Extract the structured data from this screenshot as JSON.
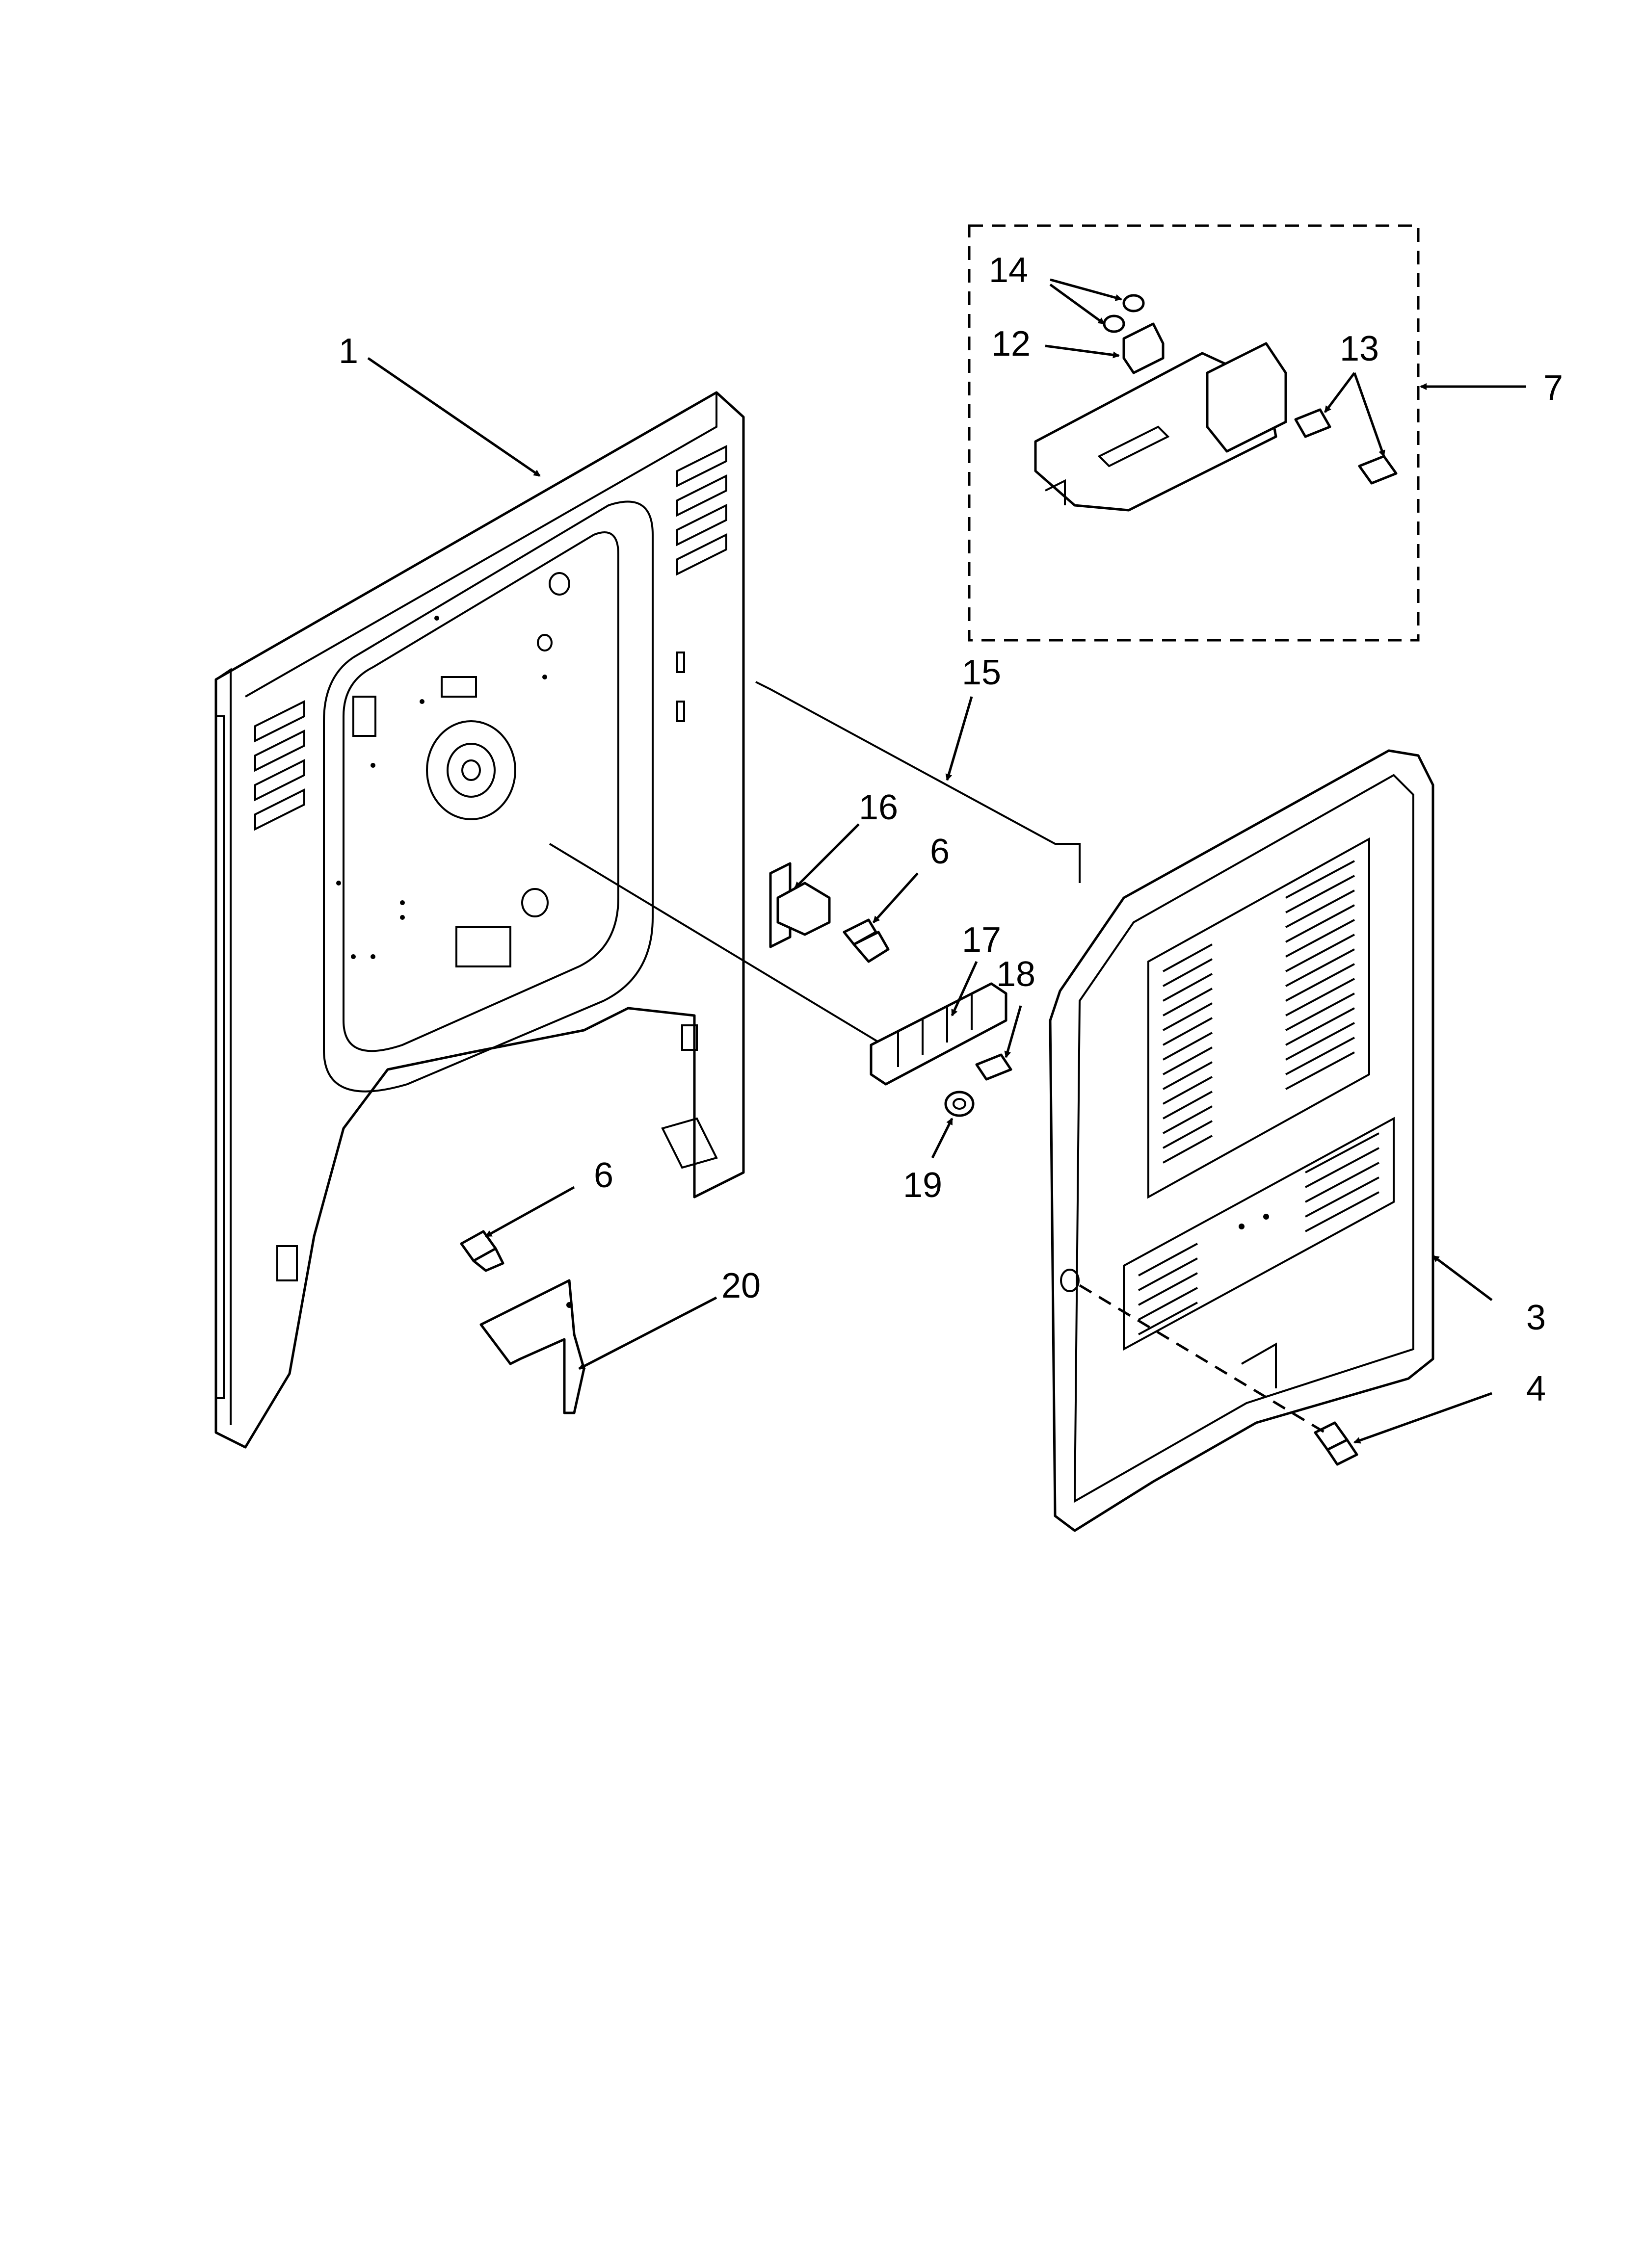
{
  "diagram": {
    "callouts": {
      "c1": "1",
      "c3": "3",
      "c4": "4",
      "c6a": "6",
      "c6b": "6",
      "c7": "7",
      "c12": "12",
      "c13": "13",
      "c14": "14",
      "c15": "15",
      "c16": "16",
      "c17": "17",
      "c18": "18",
      "c19": "19",
      "c20": "20"
    }
  }
}
